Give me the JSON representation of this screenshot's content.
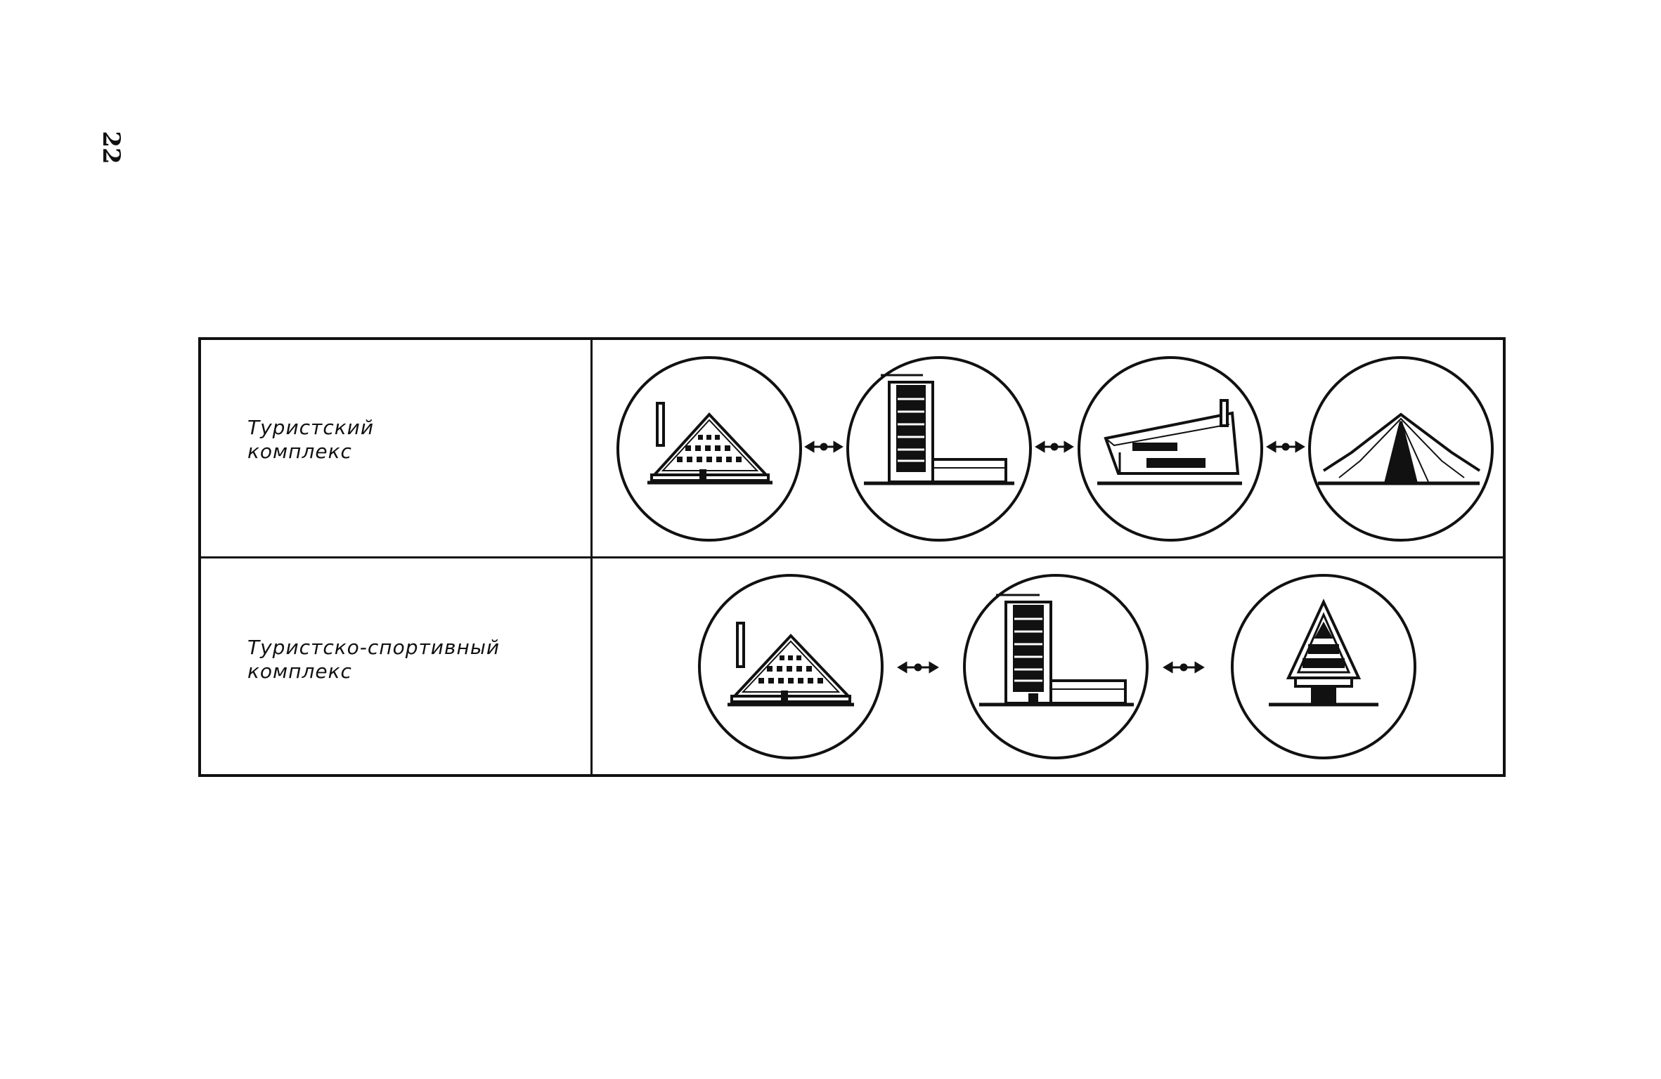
{
  "page": {
    "number": "22"
  },
  "rows": [
    {
      "label": "Туристский\nкомплекс",
      "buildings": [
        "triangular-hotel-icon",
        "highrise-slab-icon",
        "sloped-roof-pavilion-icon",
        "tent-pavilion-icon"
      ]
    },
    {
      "label": "Туристско-спортивный\nкомплекс",
      "buildings": [
        "triangular-hotel-icon",
        "highrise-slab-icon",
        "a-frame-cabin-icon"
      ]
    }
  ],
  "colors": {
    "ink": "#111111",
    "paper": "#ffffff"
  }
}
